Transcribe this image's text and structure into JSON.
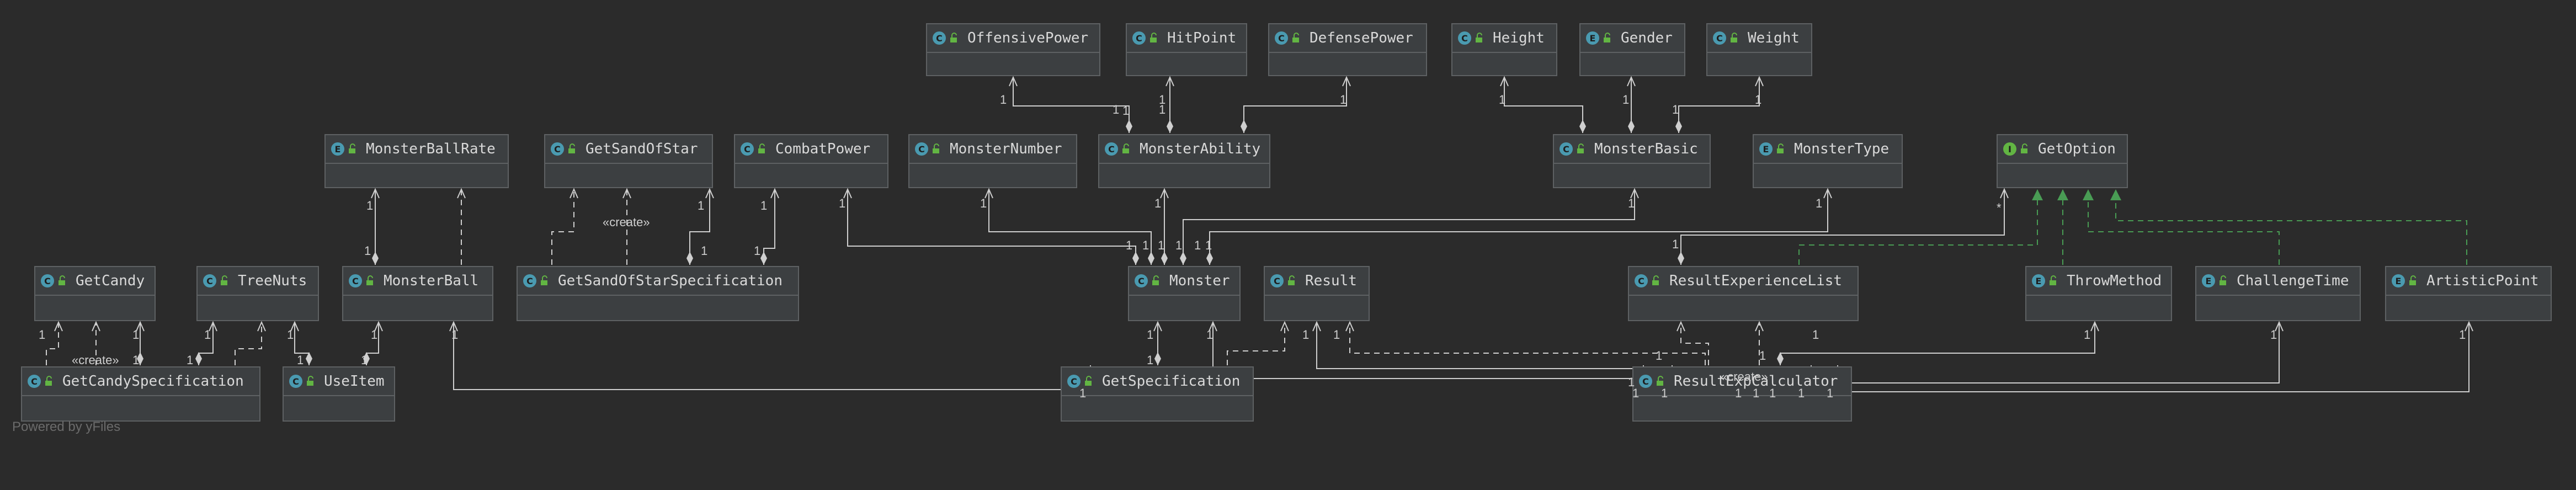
{
  "colors": {
    "background": "#2b2b2b",
    "node_fill": "#3c3f41",
    "node_border": "#5e6163",
    "edge": "#cfcfcf",
    "realization": "#499c54",
    "class_icon": "#4a9ab0",
    "enum_icon": "#4a9ab0",
    "interface_icon": "#62b543"
  },
  "watermark": "Powered by yFiles",
  "nodes": [
    {
      "id": "OffensivePower",
      "label": "OffensivePower",
      "kind": "class",
      "badge": "C"
    },
    {
      "id": "HitPoint",
      "label": "HitPoint",
      "kind": "class",
      "badge": "C"
    },
    {
      "id": "DefensePower",
      "label": "DefensePower",
      "kind": "class",
      "badge": "C"
    },
    {
      "id": "Height",
      "label": "Height",
      "kind": "class",
      "badge": "C"
    },
    {
      "id": "Gender",
      "label": "Gender",
      "kind": "enum",
      "badge": "E"
    },
    {
      "id": "Weight",
      "label": "Weight",
      "kind": "class",
      "badge": "C"
    },
    {
      "id": "MonsterBallRate",
      "label": "MonsterBallRate",
      "kind": "enum",
      "badge": "E"
    },
    {
      "id": "GetSandOfStar",
      "label": "GetSandOfStar",
      "kind": "class",
      "badge": "C"
    },
    {
      "id": "CombatPower",
      "label": "CombatPower",
      "kind": "class",
      "badge": "C"
    },
    {
      "id": "MonsterNumber",
      "label": "MonsterNumber",
      "kind": "class",
      "badge": "C"
    },
    {
      "id": "MonsterAbility",
      "label": "MonsterAbility",
      "kind": "class",
      "badge": "C"
    },
    {
      "id": "MonsterBasic",
      "label": "MonsterBasic",
      "kind": "class",
      "badge": "C"
    },
    {
      "id": "MonsterType",
      "label": "MonsterType",
      "kind": "enum",
      "badge": "E"
    },
    {
      "id": "GetOption",
      "label": "GetOption",
      "kind": "interface",
      "badge": "I"
    },
    {
      "id": "GetCandy",
      "label": "GetCandy",
      "kind": "class",
      "badge": "C"
    },
    {
      "id": "TreeNuts",
      "label": "TreeNuts",
      "kind": "class",
      "badge": "C"
    },
    {
      "id": "MonsterBall",
      "label": "MonsterBall",
      "kind": "class",
      "badge": "C"
    },
    {
      "id": "GetSandOfStarSpecification",
      "label": "GetSandOfStarSpecification",
      "kind": "class",
      "badge": "C"
    },
    {
      "id": "Monster",
      "label": "Monster",
      "kind": "class",
      "badge": "C"
    },
    {
      "id": "Result",
      "label": "Result",
      "kind": "class",
      "badge": "C"
    },
    {
      "id": "ResultExperienceList",
      "label": "ResultExperienceList",
      "kind": "class",
      "badge": "C"
    },
    {
      "id": "ThrowMethod",
      "label": "ThrowMethod",
      "kind": "enum",
      "badge": "E"
    },
    {
      "id": "ChallengeTime",
      "label": "ChallengeTime",
      "kind": "enum",
      "badge": "E"
    },
    {
      "id": "ArtisticPoint",
      "label": "ArtisticPoint",
      "kind": "enum",
      "badge": "E"
    },
    {
      "id": "GetCandySpecification",
      "label": "GetCandySpecification",
      "kind": "class",
      "badge": "C"
    },
    {
      "id": "UseItem",
      "label": "UseItem",
      "kind": "class",
      "badge": "C"
    },
    {
      "id": "GetSpecification",
      "label": "GetSpecification",
      "kind": "class",
      "badge": "C"
    },
    {
      "id": "ResultExpCalculator",
      "label": "ResultExpCalculator",
      "kind": "class",
      "badge": "C"
    }
  ],
  "multiplicity_labels": [
    "1",
    "1",
    "1",
    "1",
    "1",
    "1",
    "1",
    "1",
    "1",
    "1",
    "1",
    "1",
    "1",
    "1",
    "1",
    "1",
    "1",
    "1",
    "1",
    "1",
    "1",
    "1",
    "1",
    "1",
    "1",
    "1",
    "1",
    "1",
    "1",
    "1",
    "1",
    "1",
    "1",
    "1",
    "1",
    "1",
    "1",
    "1",
    "1",
    "1",
    "1",
    "1",
    "1",
    "1",
    "1",
    "1",
    "1",
    "1",
    "1",
    "1",
    "1",
    "1",
    "*",
    "1",
    "1",
    "1",
    "1",
    "1",
    "1"
  ],
  "stereotypes": [
    "«create»",
    "«create»",
    "«create»"
  ]
}
